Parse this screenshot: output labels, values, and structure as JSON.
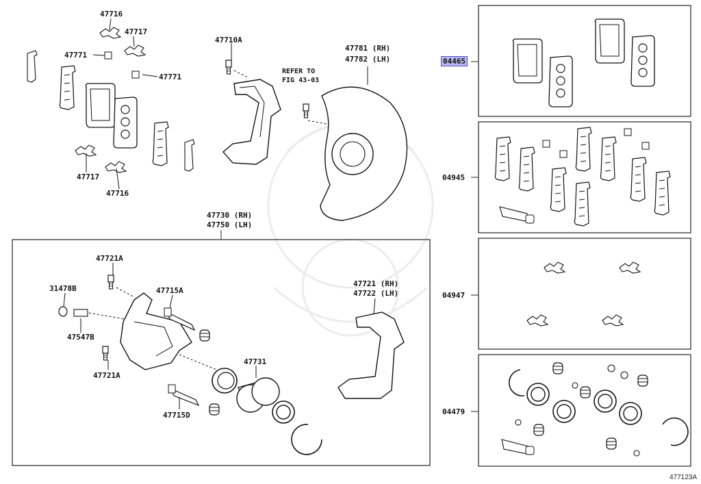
{
  "diagram": {
    "labels": {
      "p47716_top": "47716",
      "p47717_top": "47717",
      "p47771_l": "47771",
      "p47771_r": "47771",
      "p47717_bot": "47717",
      "p47716_bot": "47716",
      "p47710a": "47710A",
      "refer_1": "REFER TO",
      "refer_2": "FIG 43-03",
      "shield_rh": "47781 (RH)",
      "shield_lh": "47782 (LH)",
      "cal_rh": "47730 (RH)",
      "cal_lh": "47750 (LH)",
      "p47721a_top": "47721A",
      "p31478b": "31478B",
      "p47715a": "47715A",
      "p47547b": "47547B",
      "p47721a_bot": "47721A",
      "p47715d": "47715D",
      "p47731": "47731",
      "bracket_rh": "47721 (RH)",
      "bracket_lh": "47722 (LH)",
      "kit_04465": "04465",
      "kit_04945": "04945",
      "kit_04947": "04947",
      "kit_04479": "04479"
    },
    "figure_id": "477123A",
    "highlight_color": "#b9b9f2"
  }
}
